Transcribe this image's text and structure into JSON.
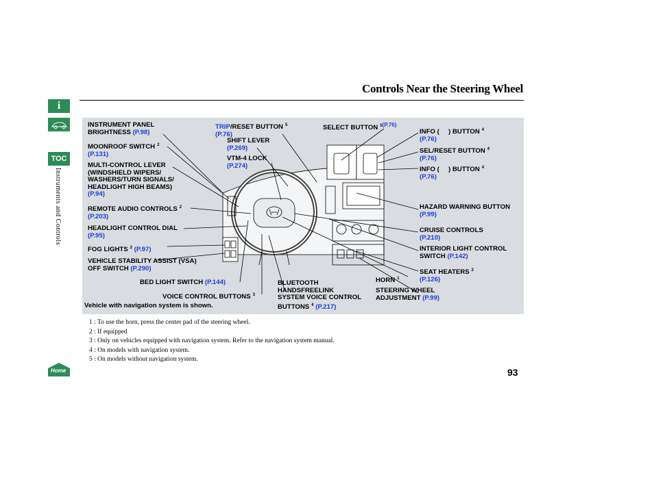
{
  "title": "Controls Near the Steering Wheel",
  "side_label": "Instruments and Controls",
  "nav": {
    "toc": "TOC",
    "home": "Home",
    "info_glyph": "i"
  },
  "page_number": "93",
  "callouts": {
    "instrument_panel": [
      "INSTRUMENT PANEL",
      "BRIGHTNESS"
    ],
    "instrument_panel_ref": "(P.98)",
    "moonroof": "MOONROOF SWITCH",
    "moonroof_sup": "2",
    "moonroof_ref": "(P.131)",
    "multi_control": [
      "MULTI-CONTROL LEVER",
      "(WINDSHIELD WIPERS/",
      "WASHERS/TURN SIGNALS/",
      "HEADLIGHT HIGH BEAMS)"
    ],
    "multi_control_ref": "(P.94)",
    "remote_audio": "REMOTE AUDIO CONTROLS",
    "remote_audio_sup": "2",
    "remote_audio_ref": "(P.203)",
    "headlight": "HEADLIGHT CONTROL DIAL",
    "headlight_ref": "(P.95)",
    "fog": "FOG LIGHTS",
    "fog_sup": "2",
    "fog_ref": "(P.97)",
    "vsa": [
      "VEHICLE STABILITY ASSIST (VSA)",
      "OFF SWITCH"
    ],
    "vsa_ref": "(P.290)",
    "bed_light": "BED LIGHT SWITCH",
    "bed_light_ref": "(P.144)",
    "voice": "VOICE CONTROL BUTTONS",
    "voice_sup": "3",
    "nav_note": "Vehicle with navigation system is shown.",
    "trip_link": "TRIP",
    "trip_rest": "/RESET BUTTON",
    "trip_sup": "5",
    "trip_ref": "(P.76)",
    "shift": "SHIFT LEVER",
    "shift_ref": "(P.269)",
    "vtm": "VTM-4 LOCK",
    "vtm_ref": "(P.274)",
    "select": "SELECT BUTTON",
    "select_sup": "5",
    "select_ref": "(P.76)",
    "bluetooth": [
      "BLUETOOTH",
      "HANDSFREELINK",
      "SYSTEM VOICE CONTROL",
      "BUTTONS"
    ],
    "bluetooth_sup": "4",
    "bluetooth_ref": "(P.217)",
    "horn": "HORN",
    "horn_sup": "1",
    "steering_adj": [
      "STEERING WHEEL",
      "ADJUSTMENT"
    ],
    "steering_adj_ref": "(P.99)",
    "info1_a": "INFO (",
    "info1_b": ") BUTTON",
    "info1_sup": "4",
    "info1_ref": "(P.76)",
    "sel_reset": "SEL/RESET BUTTON",
    "sel_reset_sup": "4",
    "sel_reset_ref": "(P.76)",
    "info2_a": "INFO (",
    "info2_b": ") BUTTON",
    "info2_sup": "4",
    "info2_ref": "(P.76)",
    "hazard": "HAZARD WARNING BUTTON",
    "hazard_ref": "(P.99)",
    "cruise": "CRUISE CONTROLS",
    "cruise_ref": "(P.210)",
    "interior": [
      "INTERIOR LIGHT CONTROL",
      "SWITCH"
    ],
    "interior_ref": "(P.142)",
    "seat": "SEAT HEATERS",
    "seat_sup": "2",
    "seat_ref": "(P.126)"
  },
  "footnotes": [
    "1 : To use the horn, press the center pad of the steering wheel.",
    "2 : If equipped",
    "3 : Only on vehicles equipped with navigation system. Refer to the navigation system manual.",
    "4 : On models with navigation system.",
    "5 : On models without navigation system."
  ]
}
